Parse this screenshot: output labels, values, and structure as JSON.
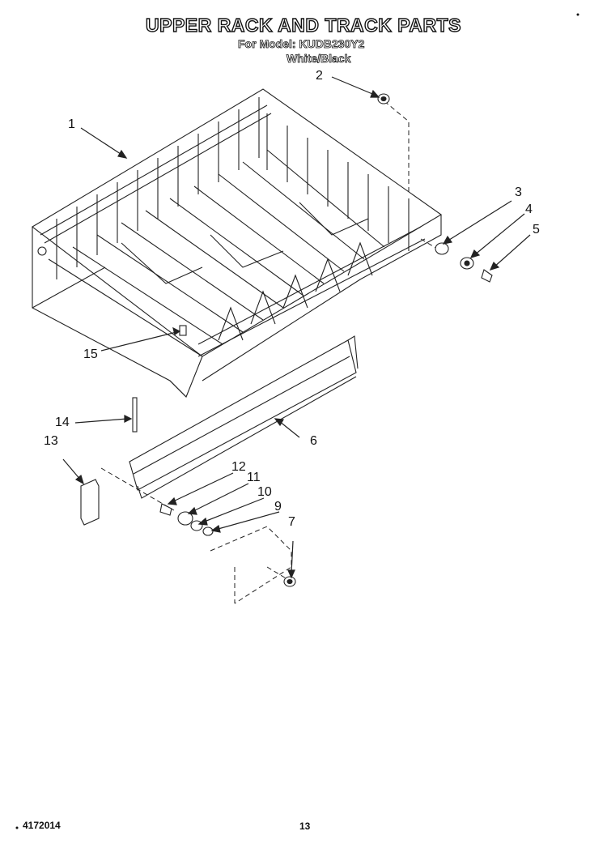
{
  "header": {
    "title": "UPPER RACK AND TRACK PARTS",
    "model_line": "For Model: KUDB230Y2",
    "color_line": "White/Black"
  },
  "callouts": [
    "1",
    "2",
    "3",
    "4",
    "5",
    "6",
    "7",
    "9",
    "10",
    "11",
    "12",
    "13",
    "14",
    "15"
  ],
  "footer": {
    "doc_number": "4172014",
    "page_number": "13"
  }
}
